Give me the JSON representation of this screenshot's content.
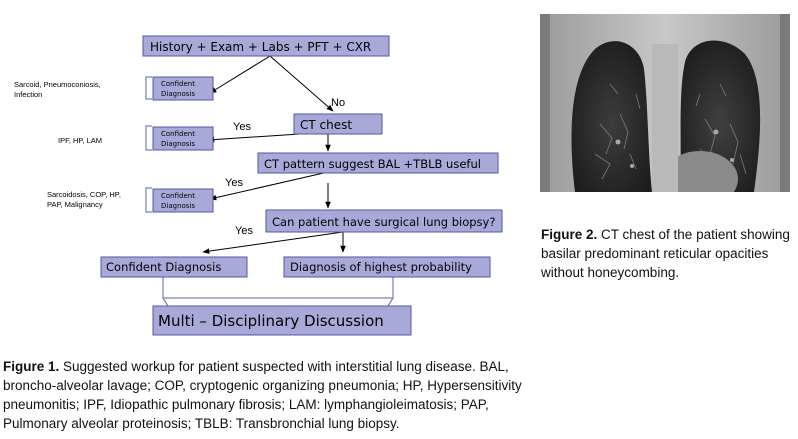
{
  "figure1": {
    "nodes": {
      "history": "History + Exam + Labs + PFT + CXR",
      "ct_chest": "CT chest",
      "ct_pattern": "CT pattern suggest BAL +TBLB useful",
      "surgical": "Can patient have surgical lung biopsy?",
      "confident_dx": "Confident Diagnosis",
      "highest_prob": "Diagnosis of highest probability",
      "mdd": "Multi – Disciplinary Discussion",
      "small_box_line1": "Confident",
      "small_box_line2": "Diagnosis"
    },
    "side_labels": {
      "first": [
        "Sarcoid, Pneumoconiosis,",
        "Infection"
      ],
      "second": [
        "IPF, HP, LAM"
      ],
      "third": [
        "Sarcoidosis, COP, HP,",
        "PAP, Malignancy"
      ]
    },
    "edge_labels": {
      "no": "No",
      "yes": "Yes"
    },
    "caption_label": "Figure 1.",
    "caption_text": " Suggested workup for patient suspected with interstitial lung disease. BAL, broncho-alveolar lavage; COP, cryptogenic organizing pneumonia; HP, Hypersensitivity pneumonitis; IPF, Idiopathic pulmonary fibrosis; LAM: lymphangioleimatosis; PAP, Pulmonary alveolar proteinosis; TBLB: Transbronchial lung biopsy."
  },
  "figure2": {
    "caption_label": "Figure 2.",
    "caption_text": " CT chest of the patient showing basilar predominant reticular opacities without honeycombing."
  },
  "colors": {
    "box_fill": "#a9a9d9",
    "box_stroke": "#4e5aa0",
    "bracket": "#7a7fb8"
  }
}
